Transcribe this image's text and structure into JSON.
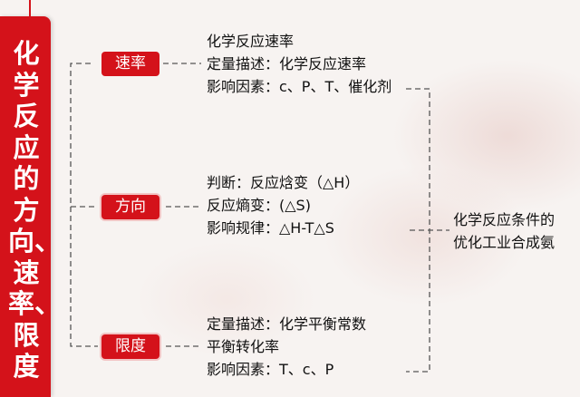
{
  "title": "化学反应的方向、速率、限度",
  "nodes": {
    "rate": "速率",
    "direction": "方向",
    "limit": "限度"
  },
  "rate_items": {
    "line1": "化学反应速率",
    "line2": "定量描述：化学反应速率",
    "line3": "影响因素：c、P、T、催化剂"
  },
  "direction_items": {
    "line1": "判断：反应焓变（△H）",
    "line2": "反应熵变：(△S)",
    "line3": "影响规律：△H-T△S"
  },
  "limit_items": {
    "line1": "定量描述：化学平衡常数",
    "line2": "平衡转化率",
    "line3": "影响因素：T、c、P"
  },
  "conclusion": {
    "line1": "化学反应条件的",
    "line2": "优化工业合成氨"
  },
  "colors": {
    "accent": "#d4121a",
    "line": "#555555"
  }
}
